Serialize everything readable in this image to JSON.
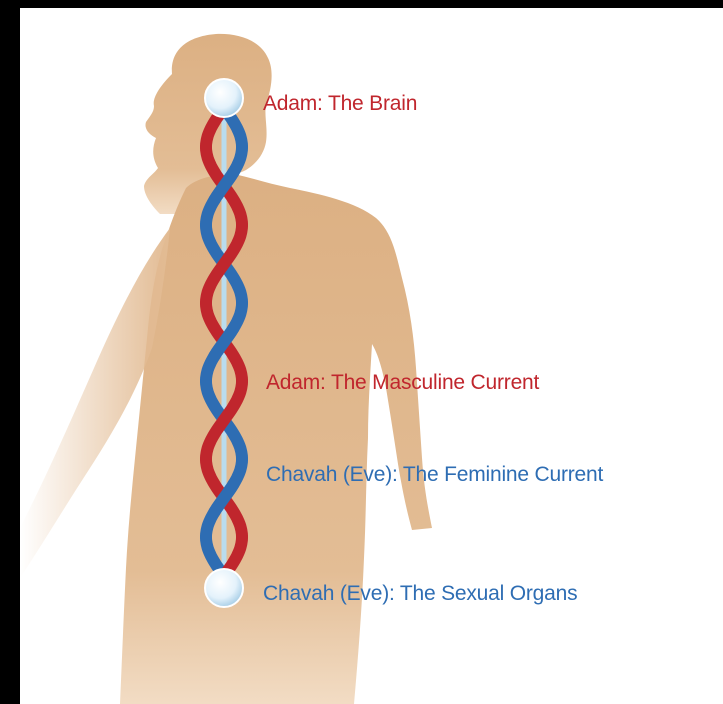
{
  "labels": {
    "top": "Adam: The Brain",
    "masculine": "Adam: The Masculine Current",
    "feminine": "Chavah (Eve): The Feminine Current",
    "bottom": "Chavah (Eve): The Sexual Organs"
  },
  "colors": {
    "background": "#000000",
    "panel": "#ffffff",
    "silhouette": "#dfb589",
    "masculine_current": "#c0262d",
    "feminine_current": "#2e6db3",
    "central_channel": "#b9dcee",
    "node": "#d6ecf8"
  }
}
